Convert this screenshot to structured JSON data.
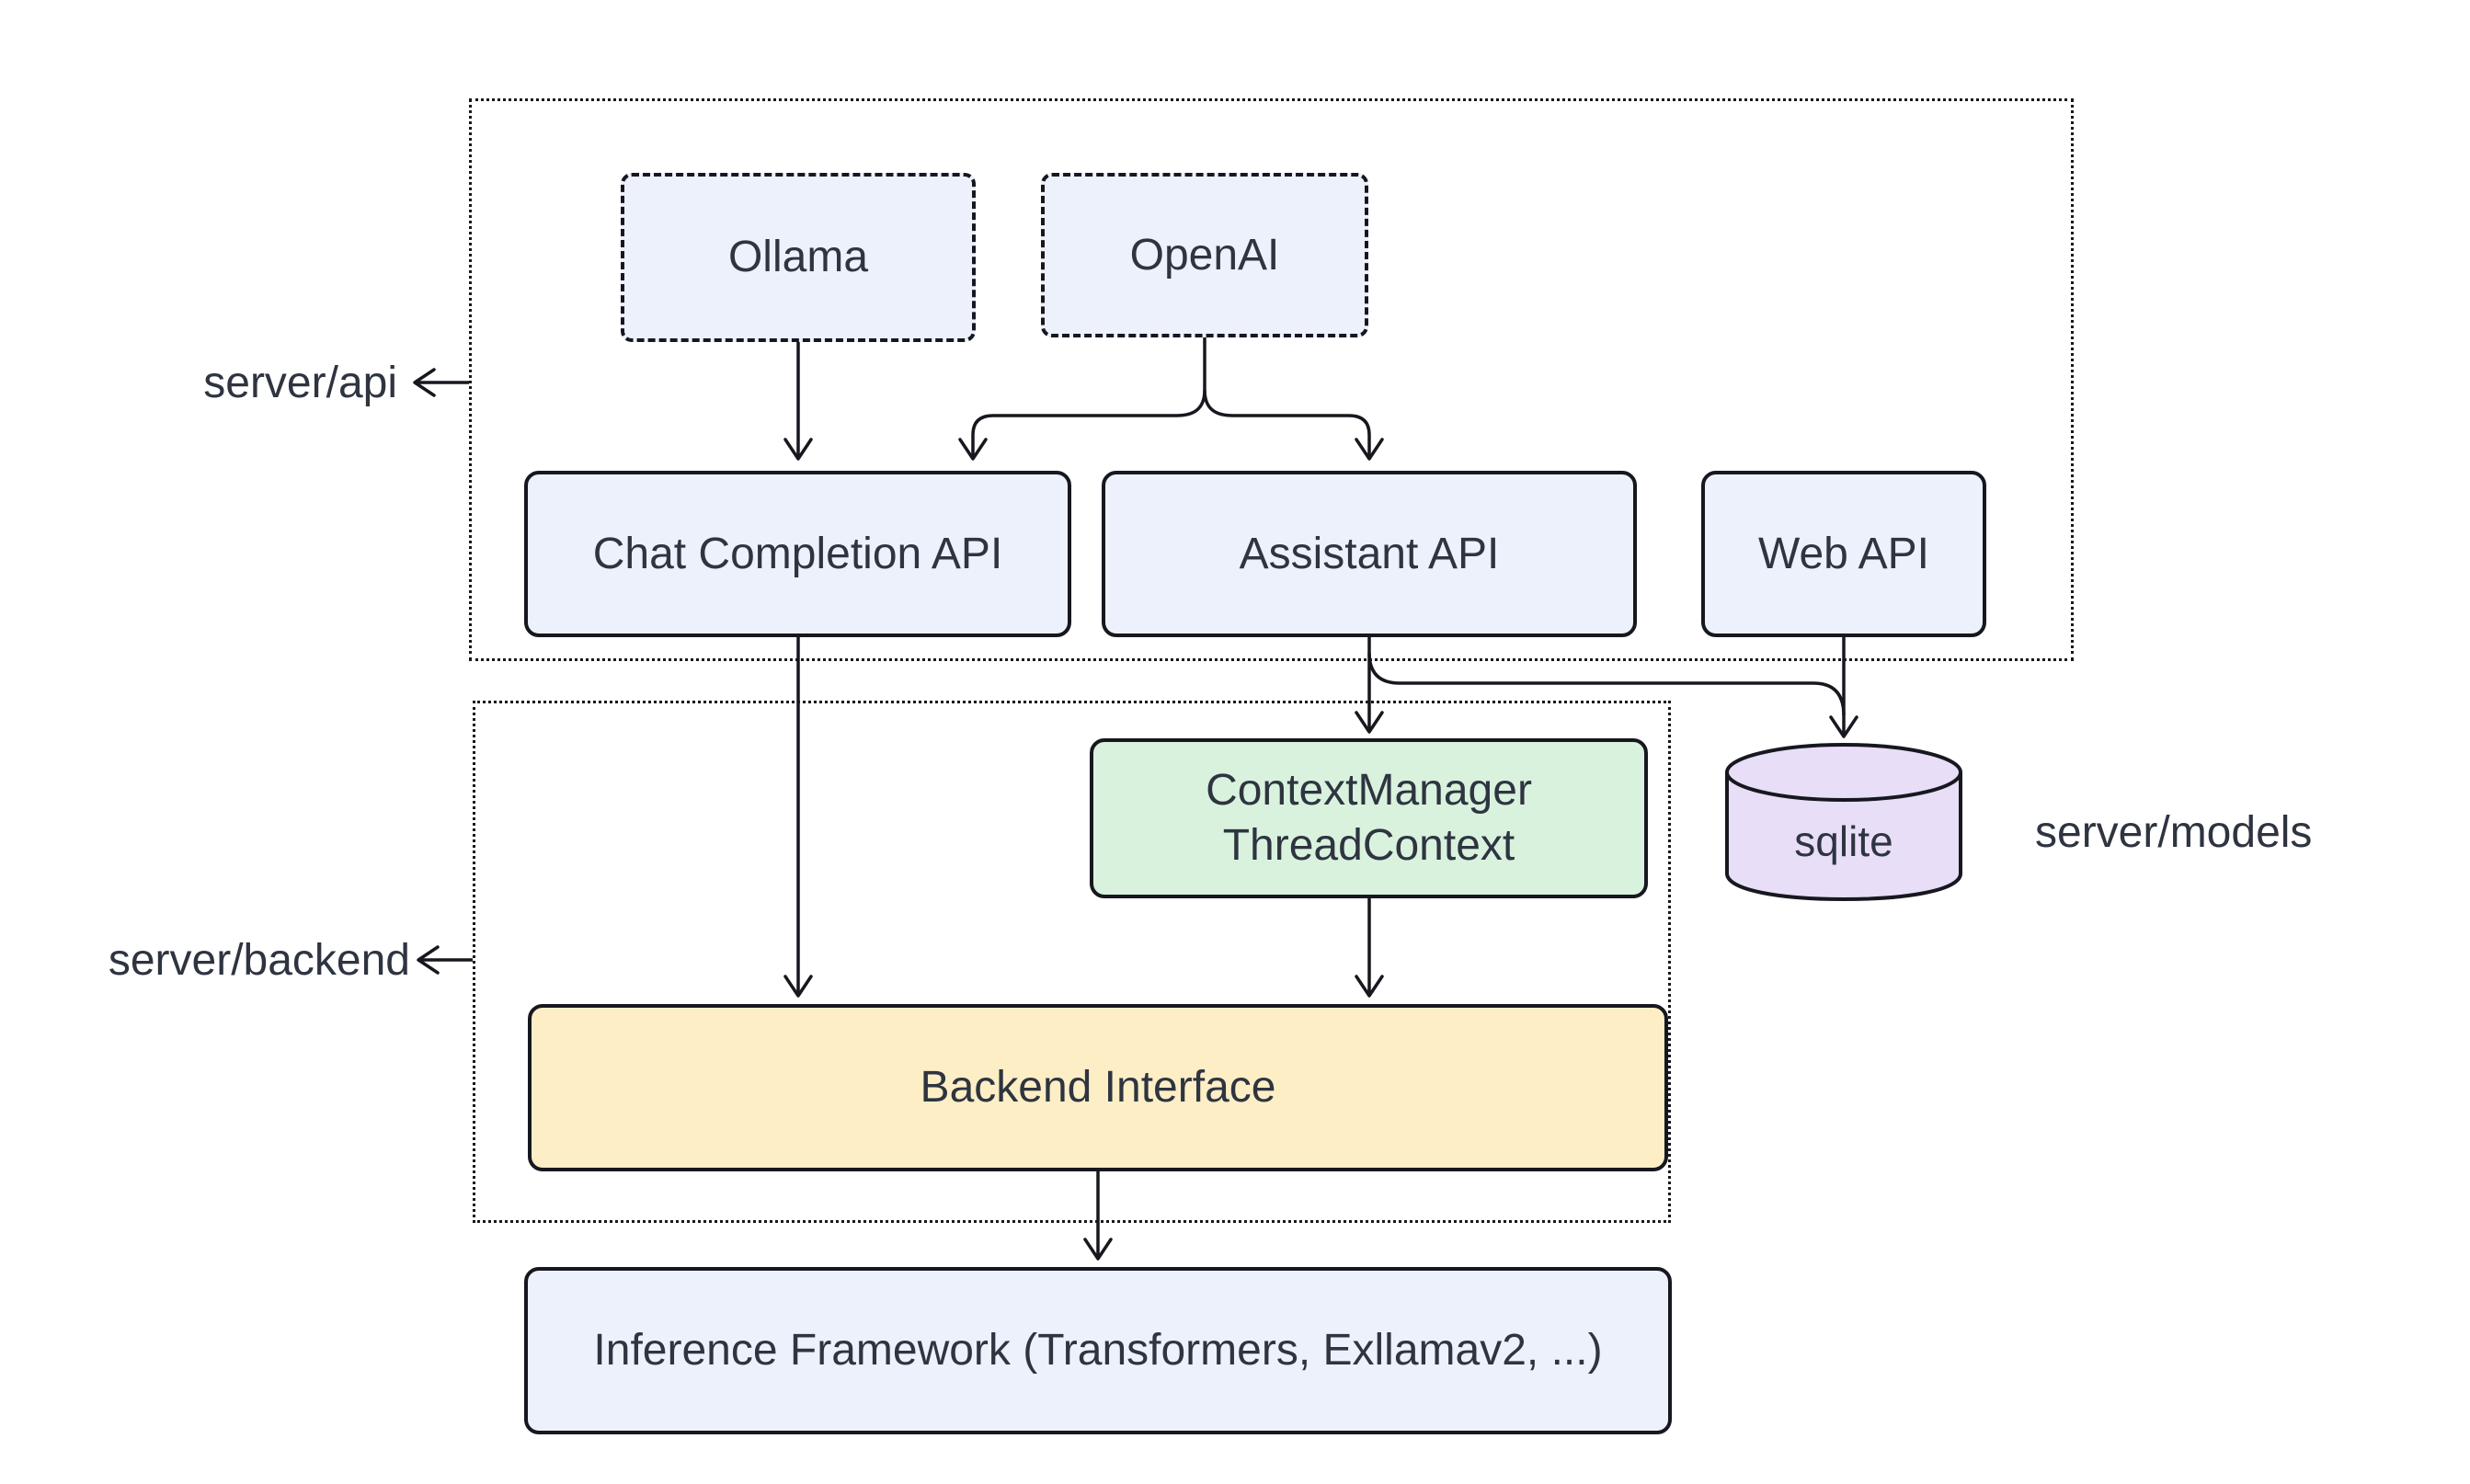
{
  "diagram": {
    "containers": {
      "api": {
        "label": "server/api"
      },
      "backend": {
        "label": "server/backend"
      },
      "models": {
        "label": "server/models"
      }
    },
    "nodes": {
      "ollama": {
        "label": "Ollama"
      },
      "openai": {
        "label": "OpenAI"
      },
      "chat_api": {
        "label": "Chat Completion API"
      },
      "assistant_api": {
        "label": "Assistant API"
      },
      "web_api": {
        "label": "Web API"
      },
      "context": {
        "label": "ContextManager\nThreadContext"
      },
      "sqlite": {
        "label": "sqlite"
      },
      "backend_interface": {
        "label": "Backend Interface"
      },
      "inference": {
        "label": "Inference Framework (Transformers, Exllamav2, ...)"
      }
    },
    "edges": [
      {
        "from": "Ollama",
        "to": "Chat Completion API"
      },
      {
        "from": "OpenAI",
        "to": "Chat Completion API"
      },
      {
        "from": "OpenAI",
        "to": "Assistant API"
      },
      {
        "from": "Chat Completion API",
        "to": "Backend Interface"
      },
      {
        "from": "Assistant API",
        "to": "ContextManager ThreadContext"
      },
      {
        "from": "Assistant API",
        "to": "sqlite"
      },
      {
        "from": "Web API",
        "to": "sqlite"
      },
      {
        "from": "ContextManager ThreadContext",
        "to": "Backend Interface"
      },
      {
        "from": "Backend Interface",
        "to": "Inference Framework (Transformers, Exllamav2, ...)"
      },
      {
        "from": "server/api container edge",
        "to": "server/api label"
      },
      {
        "from": "server/backend container edge",
        "to": "server/backend label"
      }
    ],
    "colors": {
      "background": "#ffffff",
      "node_fill": "#edf1fb",
      "context_fill": "#d9f2de",
      "interface_fill": "#fdeec5",
      "sqlite_fill": "#e8def8",
      "stroke": "#17181f",
      "text": "#2e3440"
    }
  }
}
